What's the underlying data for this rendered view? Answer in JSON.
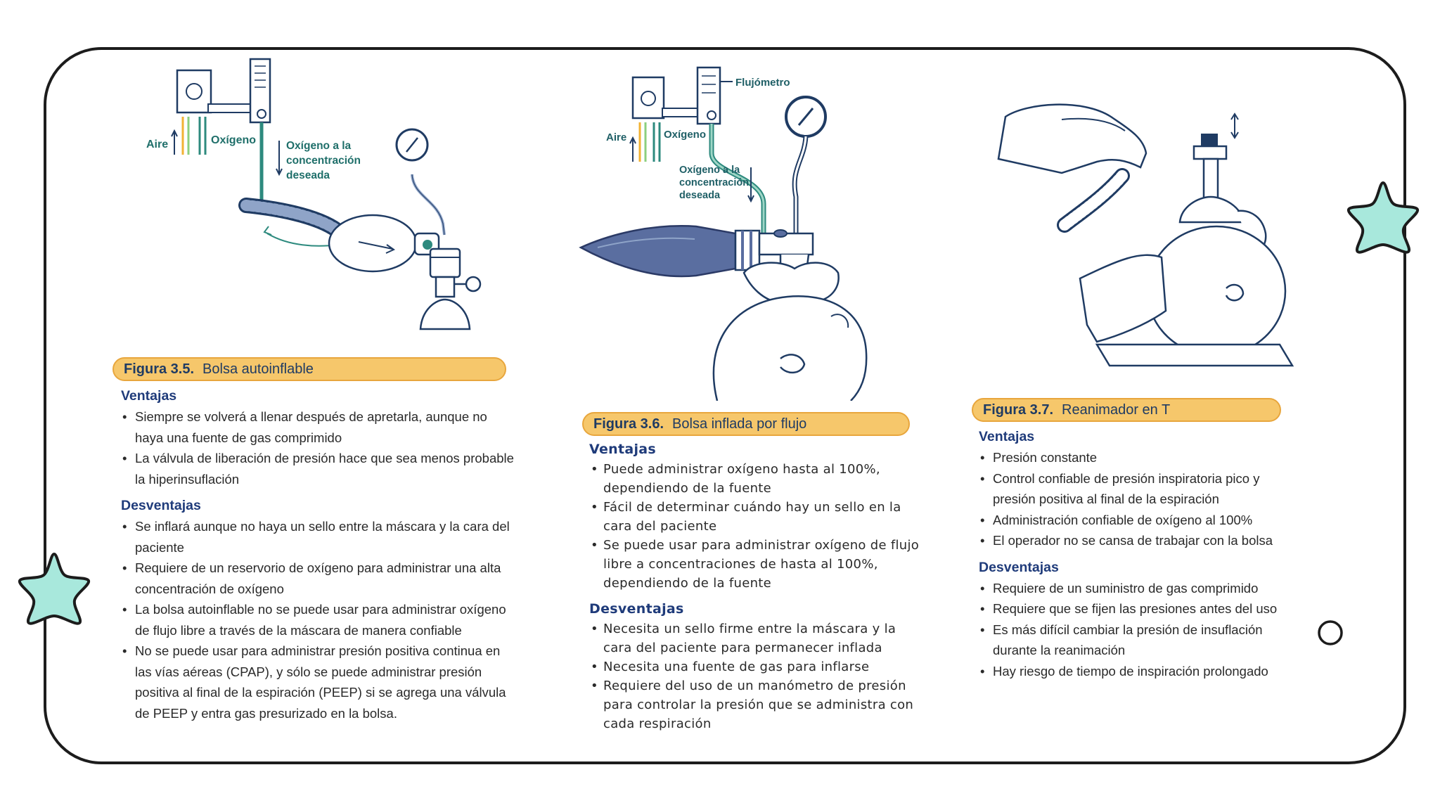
{
  "colors": {
    "caption_bg": "#f6c76b",
    "heading": "#1f3b7a",
    "label_teal": "#1f6f6a",
    "star": "#a8e8dc",
    "bag": "#5a6ea0"
  },
  "figures": [
    {
      "number": "Figura 3.5.",
      "title": "Bolsa autoinflable",
      "labels": {
        "air": "Aire",
        "oxygen": "Oxígeno",
        "oxygen_desired_1": "Oxígeno a la",
        "oxygen_desired_2": "concentración",
        "oxygen_desired_3": "deseada"
      },
      "advantages_heading": "Ventajas",
      "advantages": [
        "Siempre se volverá a llenar después de apretarla, aunque no haya una fuente de gas comprimido",
        "La válvula de liberación de presión hace que sea menos probable la hiperinsuflación"
      ],
      "disadvantages_heading": "Desventajas",
      "disadvantages": [
        "Se inflará aunque no haya un sello entre la máscara y la cara del paciente",
        "Requiere de un reservorio de oxígeno para administrar una alta concentración de oxígeno",
        "La bolsa autoinflable no se puede usar para administrar oxígeno de flujo libre a través de la máscara de manera confiable",
        "No se puede usar para administrar presión positiva continua en las vías aéreas (CPAP), y sólo se puede administrar presión positiva al final de la espiración (PEEP) si se agrega una válvula de PEEP y entra gas presurizado en la bolsa."
      ]
    },
    {
      "number": "Figura 3.6.",
      "title": "Bolsa inflada por flujo",
      "labels": {
        "air": "Aire",
        "oxygen": "Oxígeno",
        "flowmeter": "Flujómetro",
        "oxygen_desired_1": "Oxígeno a la",
        "oxygen_desired_2": "concentración",
        "oxygen_desired_3": "deseada"
      },
      "advantages_heading": "Ventajas",
      "advantages": [
        "Puede administrar oxígeno hasta al 100%, dependiendo de la fuente",
        "Fácil de determinar cuándo hay un sello en la cara del paciente",
        "Se puede usar para administrar oxígeno de flujo libre a concentraciones de hasta al 100%, dependiendo de la fuente"
      ],
      "disadvantages_heading": "Desventajas",
      "disadvantages": [
        "Necesita un sello firme entre la máscara y la cara del paciente para permanecer inflada",
        "Necesita una fuente de gas para inflarse",
        "Requiere del uso de un manómetro de presión para controlar la presión que se administra con cada respiración"
      ]
    },
    {
      "number": "Figura 3.7.",
      "title": "Reanimador en T",
      "advantages_heading": "Ventajas",
      "advantages": [
        "Presión constante",
        "Control confiable de presión inspiratoria pico y presión positiva al final de la espiración",
        "Administración confiable de oxígeno al 100%",
        "El operador no se cansa de trabajar con la bolsa"
      ],
      "disadvantages_heading": "Desventajas",
      "disadvantages": [
        "Requiere de un suministro de gas comprimido",
        "Requiere que se fijen las presiones antes del uso",
        "Es más difícil cambiar la presión de insuflación durante la reanimación",
        "Hay riesgo de tiempo de inspiración prolongado"
      ]
    }
  ]
}
